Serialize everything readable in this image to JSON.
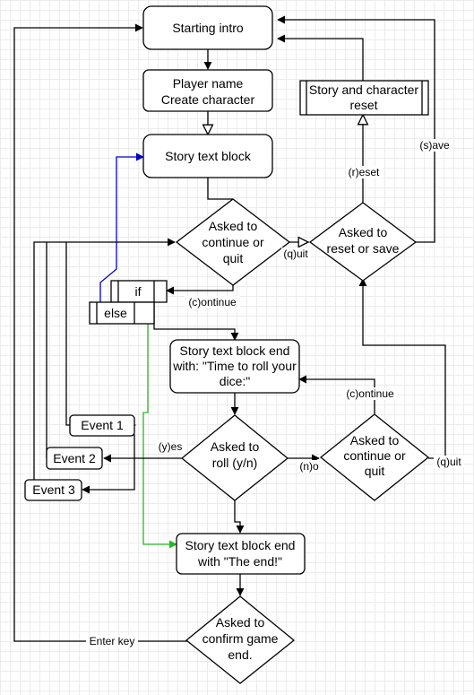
{
  "nodes": {
    "starting_intro": "Starting intro",
    "player_name_1": "Player name",
    "player_name_2": "Create character",
    "story_block": "Story text block",
    "story_reset_1": "Story and character",
    "story_reset_2": "reset",
    "ask_continue_1": "Asked to",
    "ask_continue_2": "continue or",
    "ask_continue_3": "quit",
    "ask_reset_1": "Asked to",
    "ask_reset_2": "reset or save",
    "if_label": "if",
    "else_label": "else",
    "roll_block_1": "Story text block end",
    "roll_block_2": "with: \"Time to roll your",
    "roll_block_3": "dice:\"",
    "event1": "Event 1",
    "event2": "Event 2",
    "event3": "Event 3",
    "ask_roll_1": "Asked to",
    "ask_roll_2": "roll (y/n)",
    "ask_cont2_1": "Asked to",
    "ask_cont2_2": "continue or",
    "ask_cont2_3": "quit",
    "end_block_1": "Story text block end",
    "end_block_2": "with \"The end!\"",
    "confirm_1": "Asked to",
    "confirm_2": "confirm game",
    "confirm_3": "end."
  },
  "edge_labels": {
    "quit1": "(q)uit",
    "save": "(s)ave",
    "reset": "(r)eset",
    "continue1": "(c)ontinue",
    "continue2": "(c)ontinue",
    "yes": "(y)es",
    "no": "(n)o",
    "quit2": "(q)uit",
    "enter": "Enter key"
  },
  "colors": {
    "line": "#000000",
    "if_branch": "#0000cc",
    "else_branch": "#22bb22",
    "grid": "#ececec"
  }
}
